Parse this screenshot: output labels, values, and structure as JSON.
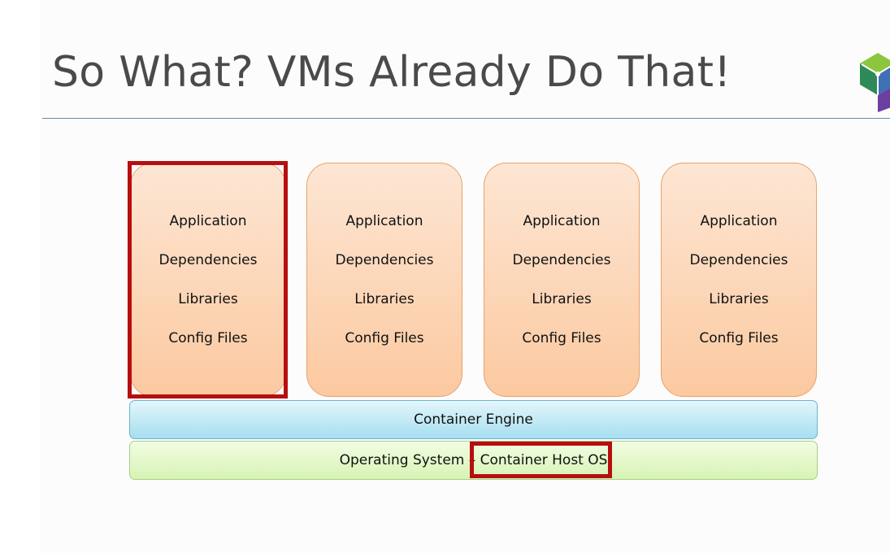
{
  "slide": {
    "title": "So What? VMs Already Do That!"
  },
  "containers": [
    {
      "lines": [
        "Application",
        "Dependencies",
        "Libraries",
        "Config Files"
      ]
    },
    {
      "lines": [
        "Application",
        "Dependencies",
        "Libraries",
        "Config Files"
      ]
    },
    {
      "lines": [
        "Application",
        "Dependencies",
        "Libraries",
        "Config Files"
      ]
    },
    {
      "lines": [
        "Application",
        "Dependencies",
        "Libraries",
        "Config Files"
      ]
    }
  ],
  "layers": {
    "engine": "Container Engine",
    "os": "Operating System – Container Host OS"
  },
  "colors": {
    "title": "#4a4a4a",
    "title_rule": "#5f8fb4",
    "card_border": "#e8a26a",
    "card_top": "#fde6d4",
    "card_bottom": "#fcc9a0",
    "engine_top": "#e3f6fb",
    "engine_bottom": "#a6def0",
    "os_top": "#f2fde4",
    "os_bottom": "#d7f3b4",
    "highlight": "#b70f0f"
  },
  "icons": {
    "logo": "hexagon-cube-logo-icon"
  }
}
